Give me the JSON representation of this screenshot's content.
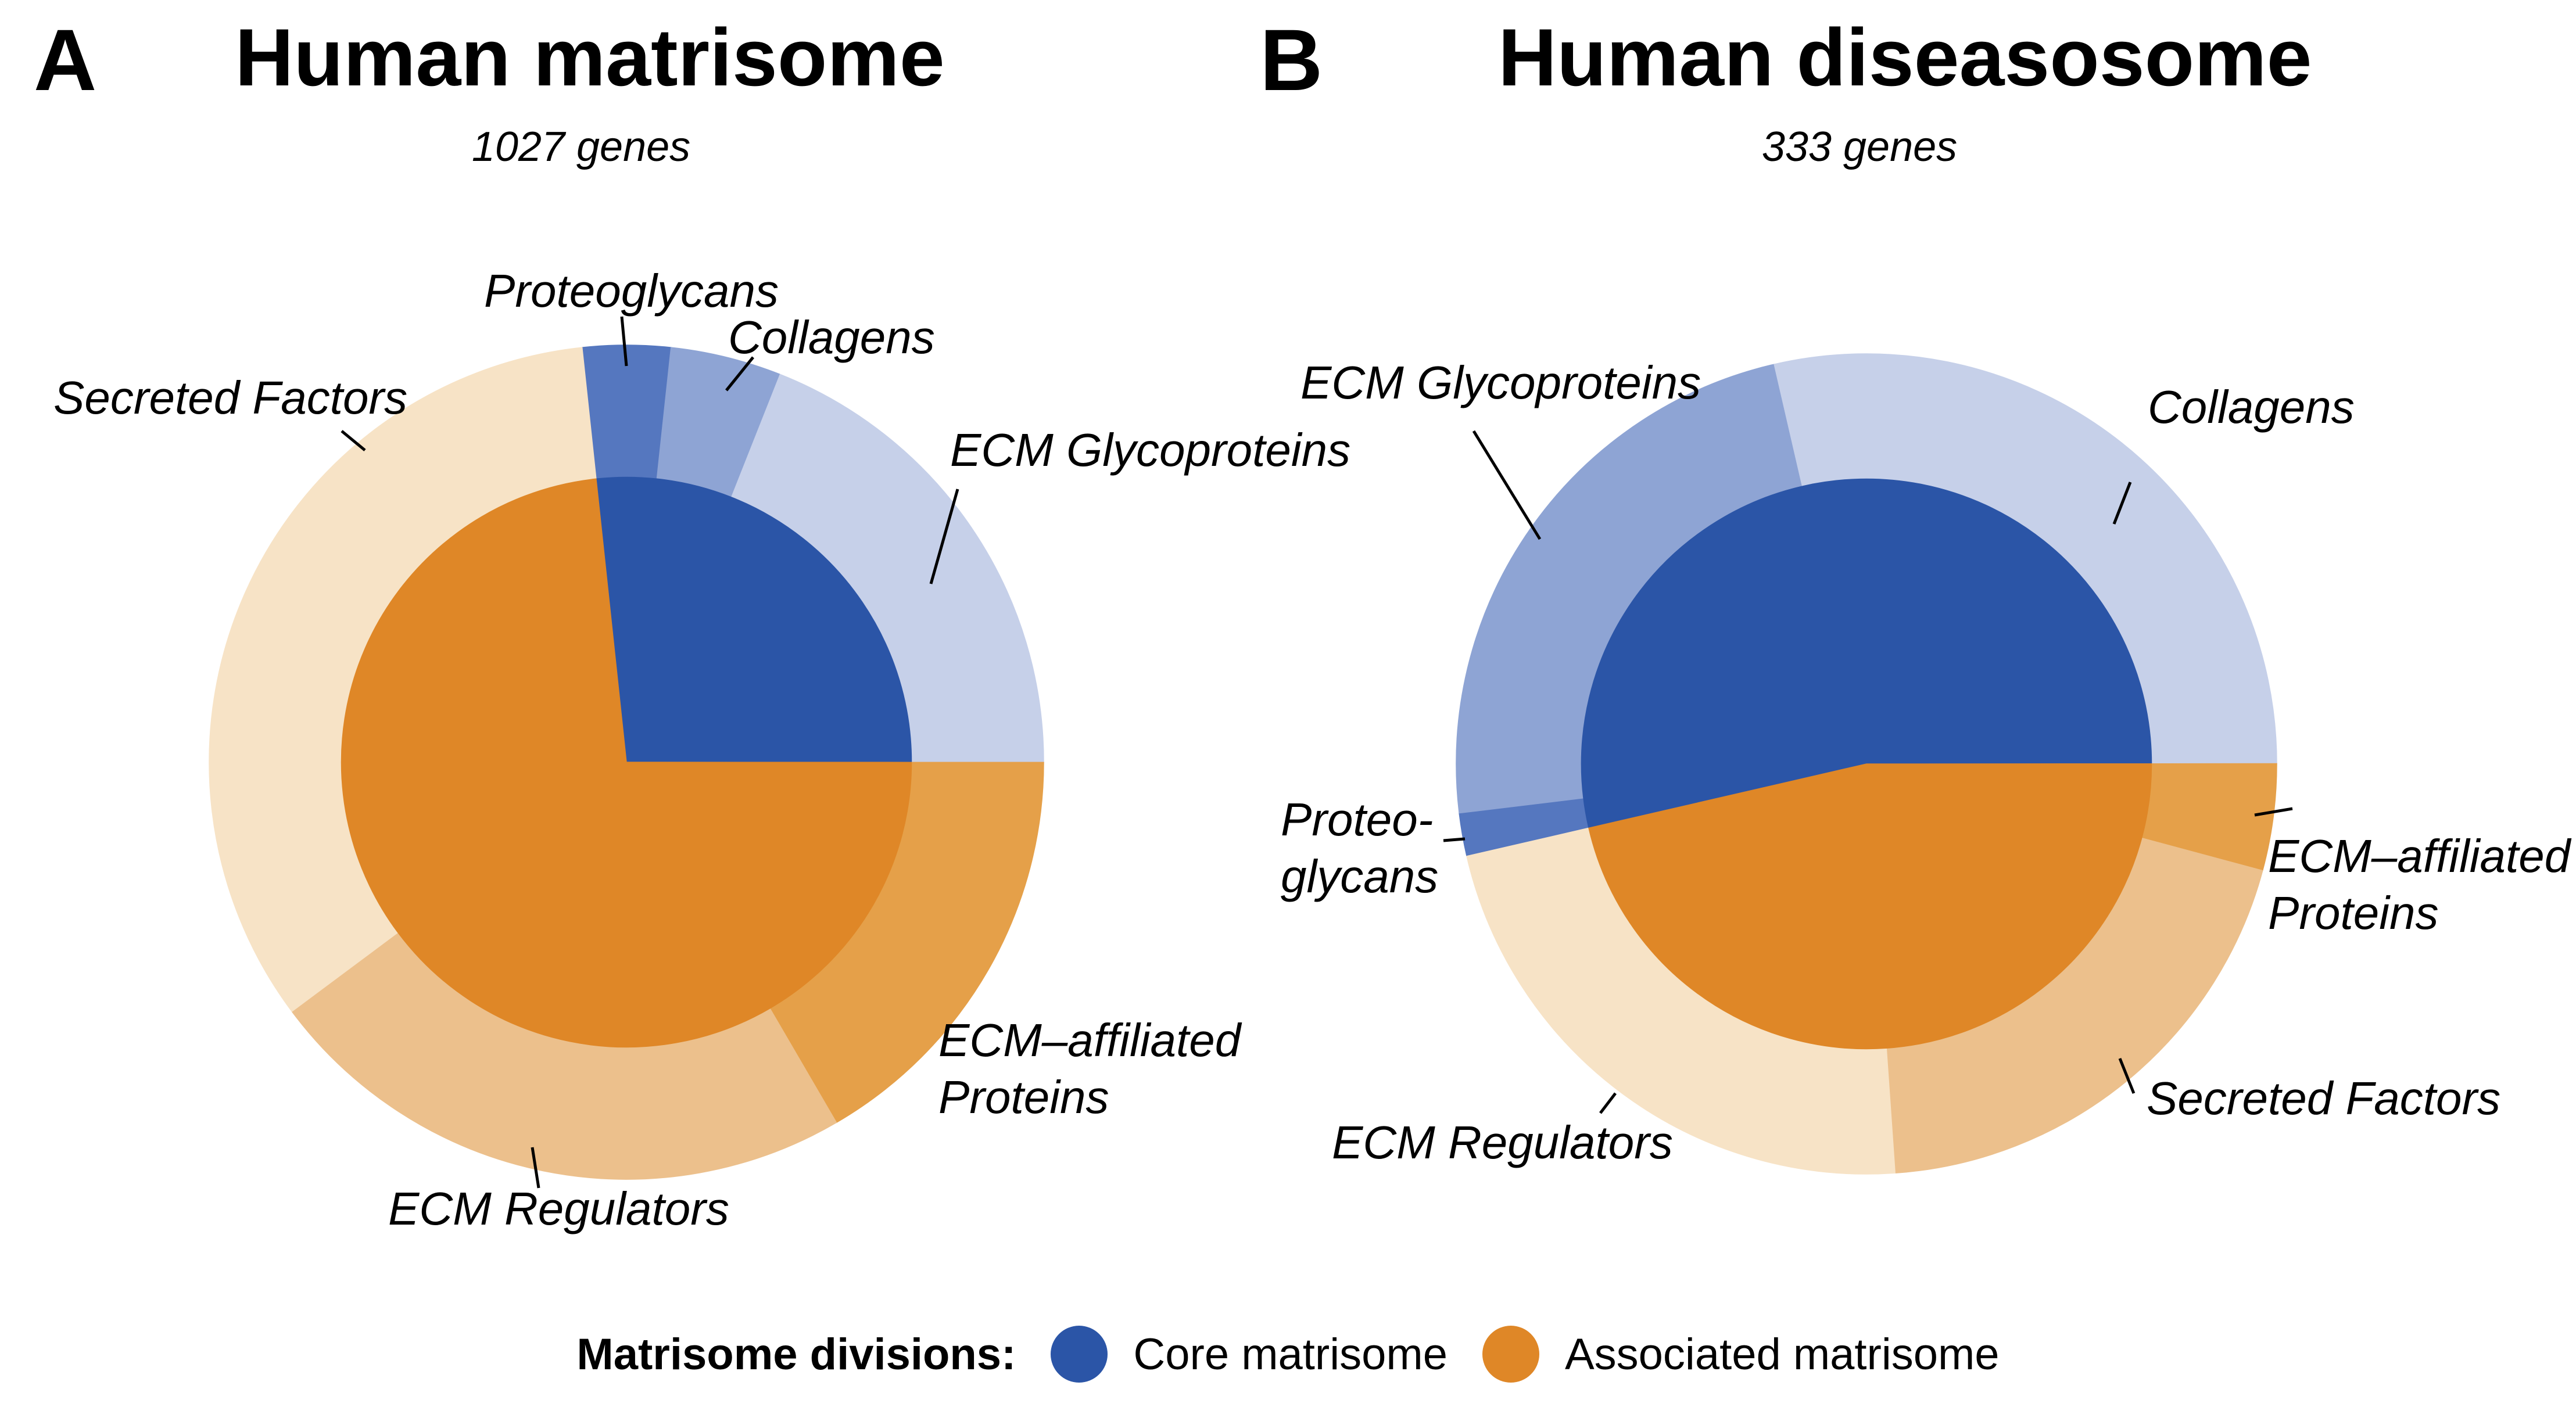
{
  "panels": [
    {
      "letter": "A",
      "title": "Human matrisome",
      "subtitle": "1027 genes"
    },
    {
      "letter": "B",
      "title": "Human diseasosome",
      "subtitle": "333 genes"
    }
  ],
  "legend": {
    "heading": "Matrisome divisions:",
    "items": [
      {
        "label": "Core matrisome",
        "color": "#2B55A7"
      },
      {
        "label": "Associated matrisome",
        "color": "#DF8727"
      }
    ]
  },
  "chart_data": [
    {
      "type": "pie",
      "variant": "nested-donut",
      "title": "Human matrisome",
      "subtitle": "1027 genes",
      "total_genes": 1027,
      "direction": "clockwise",
      "start_angle_deg": -6.1,
      "divisions": [
        {
          "name": "Core matrisome",
          "color": "#2B55A7",
          "pct": 26.7
        },
        {
          "name": "Associated matrisome",
          "color": "#DF8727",
          "pct": 73.3
        }
      ],
      "categories": [
        {
          "label": "Proteoglycans",
          "division": "Core matrisome",
          "pct": 3.4,
          "color": "#5577BF"
        },
        {
          "label": "Collagens",
          "division": "Core matrisome",
          "pct": 4.3,
          "color": "#8EA4D4"
        },
        {
          "label": "ECM Glycoproteins",
          "division": "Core matrisome",
          "pct": 19.0,
          "color": "#C6D0E9"
        },
        {
          "label": "ECM–affiliated Proteins",
          "label_lines": [
            "ECM–affiliated",
            "Proteins"
          ],
          "division": "Associated matrisome",
          "pct": 16.6,
          "color": "#E5A049"
        },
        {
          "label": "ECM Regulators",
          "division": "Associated matrisome",
          "pct": 23.2,
          "color": "#ECC08C"
        },
        {
          "label": "Secreted Factors",
          "division": "Associated matrisome",
          "pct": 33.5,
          "color": "#F7E3C6"
        }
      ]
    },
    {
      "type": "pie",
      "variant": "nested-donut",
      "title": "Human diseasosome",
      "subtitle": "333 genes",
      "total_genes": 333,
      "direction": "clockwise",
      "start_angle_deg": 257,
      "divisions": [
        {
          "name": "Core matrisome",
          "color": "#2B55A7",
          "pct": 53.6
        },
        {
          "name": "Associated matrisome",
          "color": "#DF8727",
          "pct": 46.4
        }
      ],
      "categories": [
        {
          "label": "Proteoglycans",
          "label_lines": [
            "Proteo-",
            "glycans"
          ],
          "division": "Core matrisome",
          "pct": 1.7,
          "color": "#5577BF"
        },
        {
          "label": "ECM Glycoproteins",
          "division": "Core matrisome",
          "pct": 23.3,
          "color": "#8EA4D4"
        },
        {
          "label": "Collagens",
          "division": "Core matrisome",
          "pct": 28.6,
          "color": "#C6D0E9"
        },
        {
          "label": "ECM–affiliated Proteins",
          "label_lines": [
            "ECM–affiliated",
            "Proteins"
          ],
          "division": "Associated matrisome",
          "pct": 4.2,
          "color": "#E5A049"
        },
        {
          "label": "Secreted Factors",
          "division": "Associated matrisome",
          "pct": 19.7,
          "color": "#ECC08C"
        },
        {
          "label": "ECM Regulators",
          "division": "Associated matrisome",
          "pct": 22.5,
          "color": "#F7E3C6"
        }
      ]
    }
  ]
}
